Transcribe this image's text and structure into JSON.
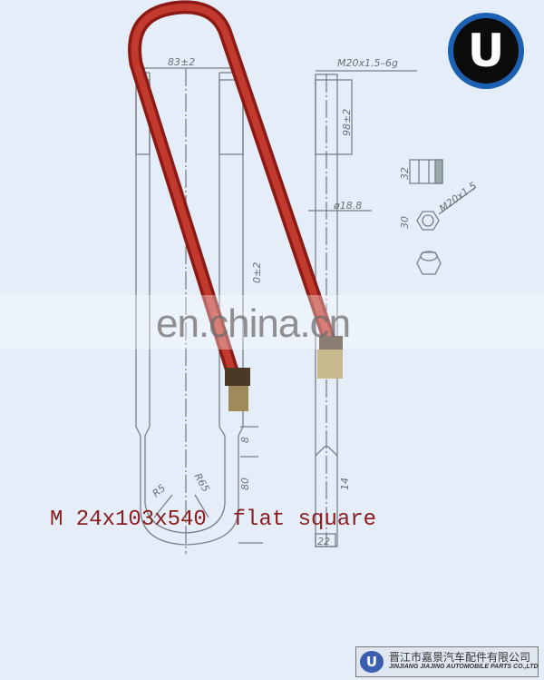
{
  "drawing": {
    "dimensions": {
      "width": "83±2",
      "thread": "M20x1.5–6g",
      "thread_length": "98±2",
      "diameter": "ø18.8",
      "length": "0±2",
      "end_8": "8",
      "end_80": "80",
      "radius_outer": "R5",
      "radius_inner": "R65",
      "flat_width": "14",
      "flat_size": "22",
      "nut_height": "32",
      "nut_size": "30",
      "nut_thread": "M20x1.5"
    },
    "bolt_color": "#b3261e"
  },
  "watermark": "en.china.cn",
  "caption": "M 24x103x540  flat square",
  "logo": {
    "letter": "U",
    "ring_color": "#1d5fb3"
  },
  "footer": {
    "logo_letter": "U",
    "company_cn": "晋江市嘉景汽车配件有限公司",
    "company_en": "JINJIANG JIAJING AUTOMOBILE PARTS CO.,LTD"
  }
}
